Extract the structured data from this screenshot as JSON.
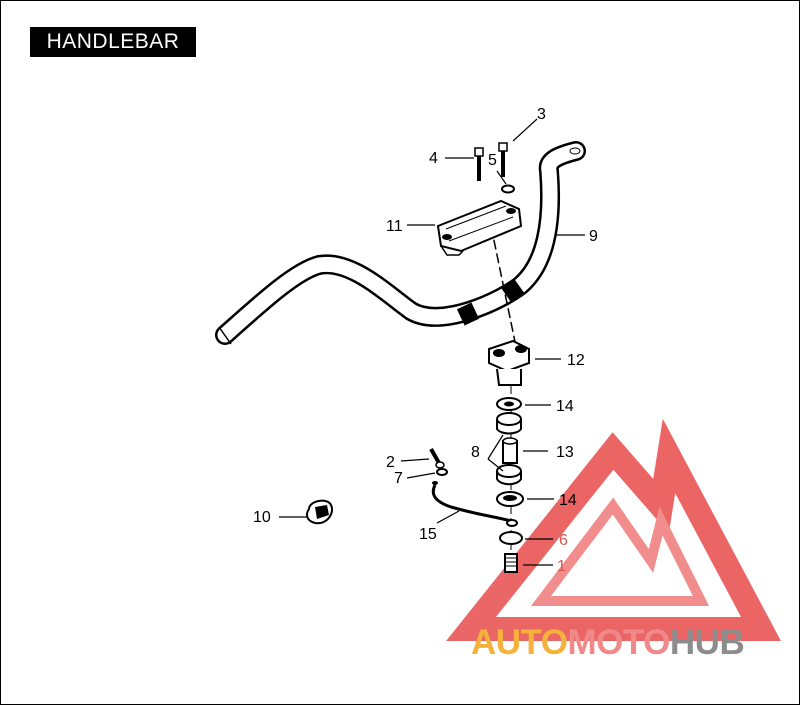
{
  "title": "HANDLEBAR",
  "callouts": [
    {
      "id": "c1",
      "label": "1"
    },
    {
      "id": "c2",
      "label": "2"
    },
    {
      "id": "c3",
      "label": "3"
    },
    {
      "id": "c4",
      "label": "4"
    },
    {
      "id": "c5",
      "label": "5"
    },
    {
      "id": "c6",
      "label": "6"
    },
    {
      "id": "c7",
      "label": "7"
    },
    {
      "id": "c8",
      "label": "8"
    },
    {
      "id": "c9",
      "label": "9"
    },
    {
      "id": "c10",
      "label": "10"
    },
    {
      "id": "c11",
      "label": "11"
    },
    {
      "id": "c12",
      "label": "12"
    },
    {
      "id": "c13",
      "label": "13"
    },
    {
      "id": "c14a",
      "label": "14"
    },
    {
      "id": "c14b",
      "label": "14"
    },
    {
      "id": "c15",
      "label": "15"
    }
  ],
  "watermark": {
    "part1": "AUTO",
    "part2": "MOTO",
    "part3": "HUB",
    "colors": {
      "orange": "#f4b23c",
      "pink": "#f08a8a",
      "gray": "#8c8c8c",
      "red": "#e84b4b"
    }
  }
}
